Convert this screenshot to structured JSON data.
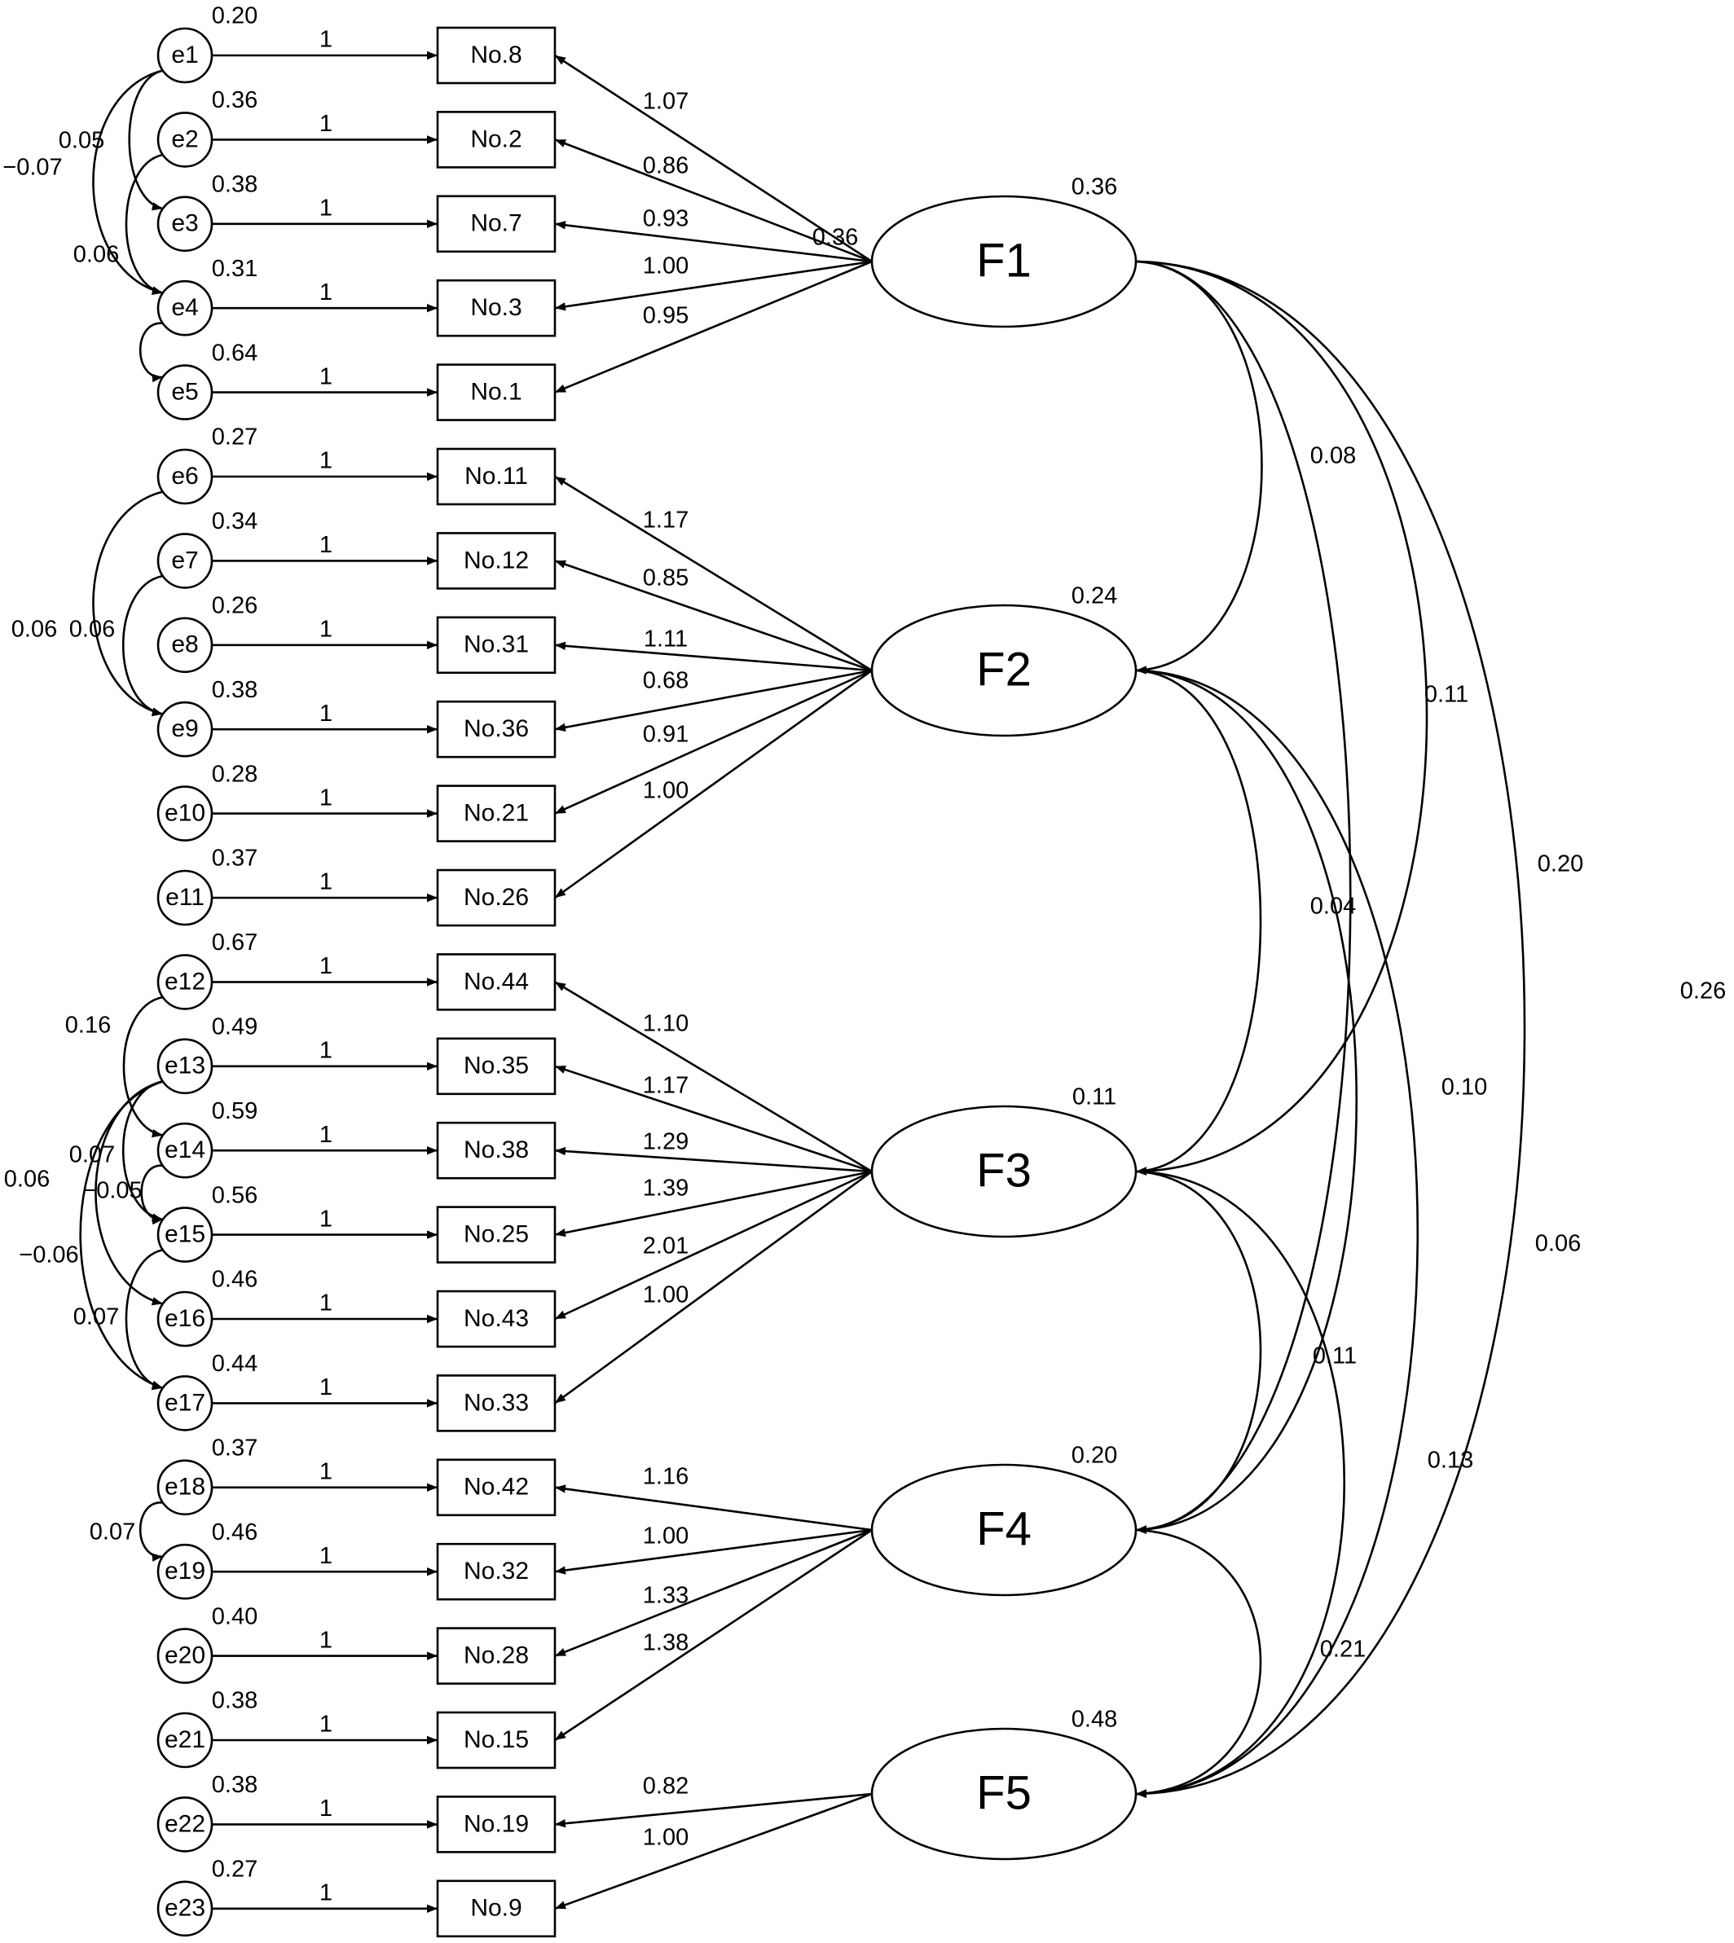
{
  "errors": [
    {
      "id": "e1",
      "variance": "0.20"
    },
    {
      "id": "e2",
      "variance": "0.36"
    },
    {
      "id": "e3",
      "variance": "0.38"
    },
    {
      "id": "e4",
      "variance": "0.31"
    },
    {
      "id": "e5",
      "variance": "0.64"
    },
    {
      "id": "e6",
      "variance": "0.27"
    },
    {
      "id": "e7",
      "variance": "0.34"
    },
    {
      "id": "e8",
      "variance": "0.26"
    },
    {
      "id": "e9",
      "variance": "0.38"
    },
    {
      "id": "e10",
      "variance": "0.28"
    },
    {
      "id": "e11",
      "variance": "0.37"
    },
    {
      "id": "e12",
      "variance": "0.67"
    },
    {
      "id": "e13",
      "variance": "0.49"
    },
    {
      "id": "e14",
      "variance": "0.59"
    },
    {
      "id": "e15",
      "variance": "0.56"
    },
    {
      "id": "e16",
      "variance": "0.46"
    },
    {
      "id": "e17",
      "variance": "0.44"
    },
    {
      "id": "e18",
      "variance": "0.37"
    },
    {
      "id": "e19",
      "variance": "0.46"
    },
    {
      "id": "e20",
      "variance": "0.40"
    },
    {
      "id": "e21",
      "variance": "0.38"
    },
    {
      "id": "e22",
      "variance": "0.38"
    },
    {
      "id": "e23",
      "variance": "0.27"
    }
  ],
  "error_path_label": "1",
  "items": [
    "No.8",
    "No.2",
    "No.7",
    "No.3",
    "No.1",
    "No.11",
    "No.12",
    "No.31",
    "No.36",
    "No.21",
    "No.26",
    "No.44",
    "No.35",
    "No.38",
    "No.25",
    "No.43",
    "No.33",
    "No.42",
    "No.32",
    "No.28",
    "No.15",
    "No.19",
    "No.9"
  ],
  "factors": [
    {
      "id": "F1",
      "variance": "0.36"
    },
    {
      "id": "F2",
      "variance": "0.24"
    },
    {
      "id": "F3",
      "variance": "0.11"
    },
    {
      "id": "F4",
      "variance": "0.20"
    },
    {
      "id": "F5",
      "variance": "0.48"
    }
  ],
  "loadings": [
    {
      "factor": "F1",
      "item": "No.8",
      "value": "1.07"
    },
    {
      "factor": "F1",
      "item": "No.2",
      "value": "0.86"
    },
    {
      "factor": "F1",
      "item": "No.7",
      "value": "0.93"
    },
    {
      "factor": "F1",
      "item": "No.3",
      "value": "1.00"
    },
    {
      "factor": "F1",
      "item": "No.1",
      "value": "0.95"
    },
    {
      "factor": "F2",
      "item": "No.11",
      "value": "1.17"
    },
    {
      "factor": "F2",
      "item": "No.12",
      "value": "0.85"
    },
    {
      "factor": "F2",
      "item": "No.31",
      "value": "1.11"
    },
    {
      "factor": "F2",
      "item": "No.36",
      "value": "0.68"
    },
    {
      "factor": "F2",
      "item": "No.21",
      "value": "0.91"
    },
    {
      "factor": "F2",
      "item": "No.26",
      "value": "1.00"
    },
    {
      "factor": "F3",
      "item": "No.44",
      "value": "1.10"
    },
    {
      "factor": "F3",
      "item": "No.35",
      "value": "1.17"
    },
    {
      "factor": "F3",
      "item": "No.38",
      "value": "1.29"
    },
    {
      "factor": "F3",
      "item": "No.25",
      "value": "1.39"
    },
    {
      "factor": "F3",
      "item": "No.43",
      "value": "2.01"
    },
    {
      "factor": "F3",
      "item": "No.33",
      "value": "1.00"
    },
    {
      "factor": "F4",
      "item": "No.42",
      "value": "1.16"
    },
    {
      "factor": "F4",
      "item": "No.32",
      "value": "1.00"
    },
    {
      "factor": "F4",
      "item": "No.28",
      "value": "1.33"
    },
    {
      "factor": "F4",
      "item": "No.15",
      "value": "1.38"
    },
    {
      "factor": "F5",
      "item": "No.19",
      "value": "0.82"
    },
    {
      "factor": "F5",
      "item": "No.9",
      "value": "1.00"
    }
  ],
  "error_covariances": [
    {
      "a": "e1",
      "b": "e4",
      "value": "−0.07"
    },
    {
      "a": "e1",
      "b": "e3",
      "value": "0.05"
    },
    {
      "a": "e2",
      "b": "e4",
      "value": "0.06"
    },
    {
      "a": "e4",
      "b": "e5",
      "value": ""
    },
    {
      "a": "e6",
      "b": "e9",
      "value": "0.06"
    },
    {
      "a": "e7",
      "b": "e9",
      "value": "0.06"
    },
    {
      "a": "e12",
      "b": "e14",
      "value": "0.16"
    },
    {
      "a": "e13",
      "b": "e17",
      "value": "0.06"
    },
    {
      "a": "e13",
      "b": "e16",
      "value": "−0.06"
    },
    {
      "a": "e13",
      "b": "e15",
      "value": "0.07"
    },
    {
      "a": "e14",
      "b": "e15",
      "value": "−0.05"
    },
    {
      "a": "e15",
      "b": "e17",
      "value": "0.07"
    },
    {
      "a": "e18",
      "b": "e19",
      "value": "0.07"
    }
  ],
  "factor_covariances": [
    {
      "a": "F1",
      "b": "F2",
      "value": "0.08"
    },
    {
      "a": "F1",
      "b": "F4",
      "value": "0.11"
    },
    {
      "a": "F1",
      "b": "F3",
      "value": "0.20"
    },
    {
      "a": "F1",
      "b": "F5",
      "value": "0.26"
    },
    {
      "a": "F2",
      "b": "F3",
      "value": "0.04"
    },
    {
      "a": "F2",
      "b": "F4",
      "value": "0.10"
    },
    {
      "a": "F2",
      "b": "F5",
      "value": "0.06"
    },
    {
      "a": "F3",
      "b": "F4",
      "value": "0.11"
    },
    {
      "a": "F3",
      "b": "F5",
      "value": "0.13"
    },
    {
      "a": "F4",
      "b": "F5",
      "value": "0.21"
    }
  ],
  "stray_label": "0.36"
}
